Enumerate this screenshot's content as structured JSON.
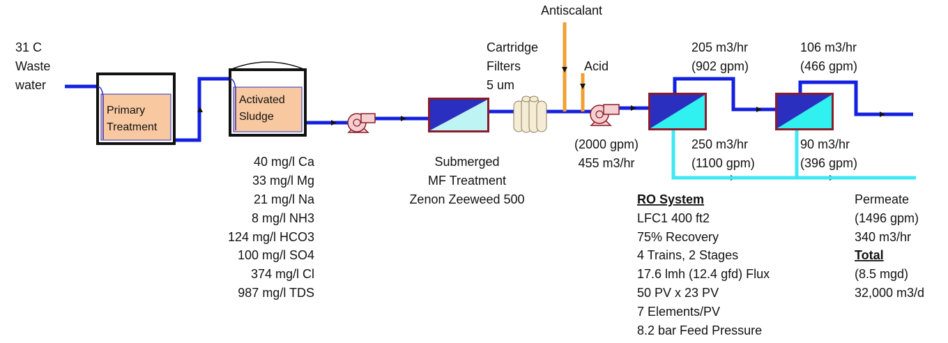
{
  "inlet": {
    "line1": "31 C",
    "line2": "Waste",
    "line3": "water"
  },
  "primary": {
    "line1": "Primary",
    "line2": "Treatment"
  },
  "sludge": {
    "line1": "Activated",
    "line2": "Sludge"
  },
  "water_quality": [
    "40 mg/l Ca",
    "33 mg/l Mg",
    "21 mg/l Na",
    "8 mg/l NH3",
    "124 mg/l HCO3",
    "100 mg/l SO4",
    "374 mg/l Cl",
    "987 mg/l TDS"
  ],
  "mf": {
    "line1": "Submerged",
    "line2": "MF Treatment",
    "line3": "Zenon Zeeweed 500"
  },
  "cartridge": {
    "line1": "Cartridge",
    "line2": "Filters",
    "line3": "5 um"
  },
  "antiscalant": "Antiscalant",
  "acid": "Acid",
  "feed_flow": {
    "gpm": "(2000 gpm)",
    "m3": "455 m3/hr"
  },
  "stage1_conc": {
    "m3": "205 m3/hr",
    "gpm": "(902 gpm)"
  },
  "stage2_conc": {
    "m3": "106 m3/hr",
    "gpm": "(466 gpm)"
  },
  "stage1_perm": {
    "m3": "250 m3/hr",
    "gpm": "(1100 gpm)"
  },
  "stage2_perm": {
    "m3": "90 m3/hr",
    "gpm": "(396 gpm)"
  },
  "ro_system": {
    "title": "RO System",
    "lines": [
      "LFC1 400 ft2",
      "75% Recovery",
      "4 Trains, 2 Stages",
      "17.6 lmh (12.4 gfd) Flux",
      "50 PV x 23 PV",
      "7 Elements/PV",
      "8.2 bar Feed Pressure"
    ]
  },
  "permeate": {
    "label": "Permeate",
    "gpm": "(1496 gpm)",
    "m3": "340 m3/hr",
    "total_title": "Total",
    "mgd": "(8.5 mgd)",
    "m3d": "32,000 m3/d"
  },
  "colors": {
    "pipe": "#1420e0",
    "permeate_pipe": "#40e8f4",
    "chem": "#f0a030",
    "tank_fill": "#f8c8a0",
    "membrane_dark": "#2b2fc0",
    "membrane_light": "#bff4f4",
    "ro_light": "#30f0f0",
    "frame": "#8b1a2a"
  }
}
